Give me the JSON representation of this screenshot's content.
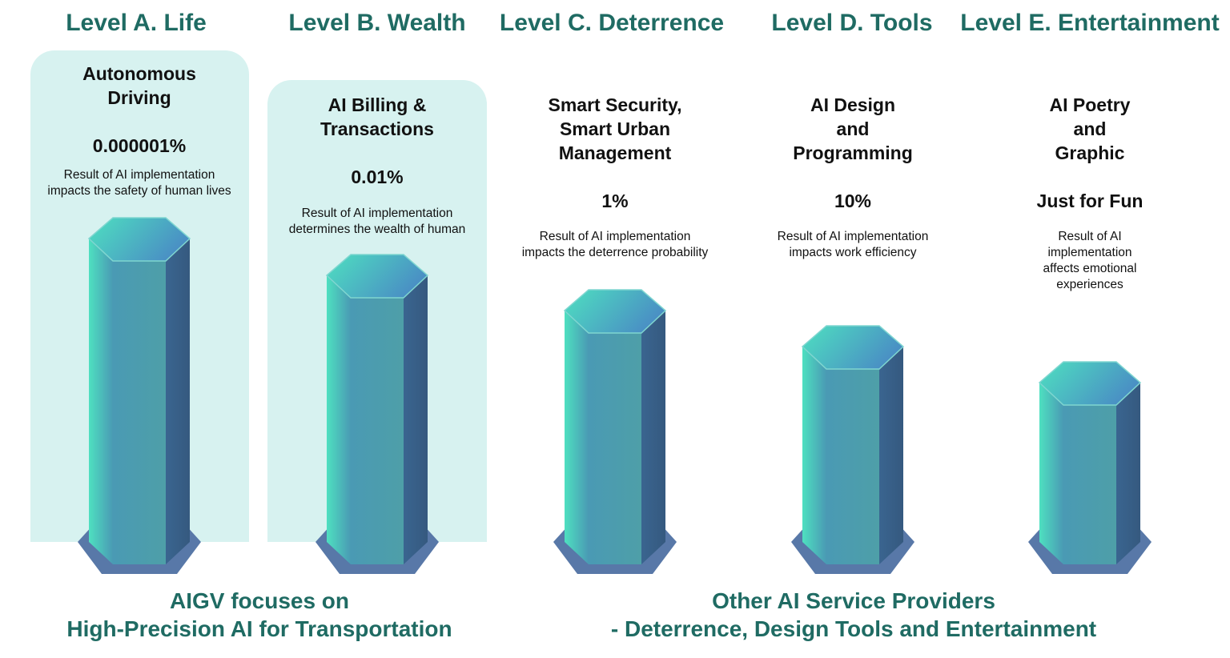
{
  "levels": [
    {
      "title": "Level A. Life",
      "app_lines": [
        "Autonomous",
        "Driving"
      ],
      "percent": "0.000001%",
      "desc_lines": [
        "Result of AI implementation",
        "impacts the safety of human lives"
      ],
      "highlighted": true,
      "bar_rank": 1
    },
    {
      "title": "Level B. Wealth",
      "app_lines": [
        "AI Billing &",
        "Transactions"
      ],
      "percent": "0.01%",
      "desc_lines": [
        "Result of AI implementation",
        "determines the wealth of human"
      ],
      "highlighted": true,
      "bar_rank": 2
    },
    {
      "title": "Level C. Deterrence",
      "app_lines": [
        "Smart Security,",
        "Smart Urban",
        "Management"
      ],
      "percent": "1%",
      "desc_lines": [
        "Result of AI implementation",
        "impacts the deterrence probability"
      ],
      "highlighted": false,
      "bar_rank": 3
    },
    {
      "title": "Level D. Tools",
      "app_lines": [
        "AI Design",
        "and",
        "Programming"
      ],
      "percent": "10%",
      "desc_lines": [
        "Result of AI implementation",
        "impacts work efficiency"
      ],
      "highlighted": false,
      "bar_rank": 4
    },
    {
      "title": "Level E. Entertainment",
      "app_lines": [
        "AI Poetry",
        "and",
        "Graphic"
      ],
      "percent": "Just for Fun",
      "desc_lines": [
        "Result of AI implementation",
        "affects emotional experiences"
      ],
      "highlighted": false,
      "bar_rank": 5
    }
  ],
  "footer": {
    "left_lines": [
      "AIGV focuses on",
      "High-Precision AI for Transportation"
    ],
    "right_lines": [
      "Other AI Service Providers",
      "- Deterrence, Design Tools and Entertainment"
    ]
  },
  "colors": {
    "title": "#1f6b63",
    "panel": "#d7f2f0",
    "prism_top_a": "#4ee0c0",
    "prism_top_b": "#4a90c4",
    "prism_front": "#4a9ab4",
    "prism_side": "#3a6590",
    "prism_base": "#5878a8"
  }
}
